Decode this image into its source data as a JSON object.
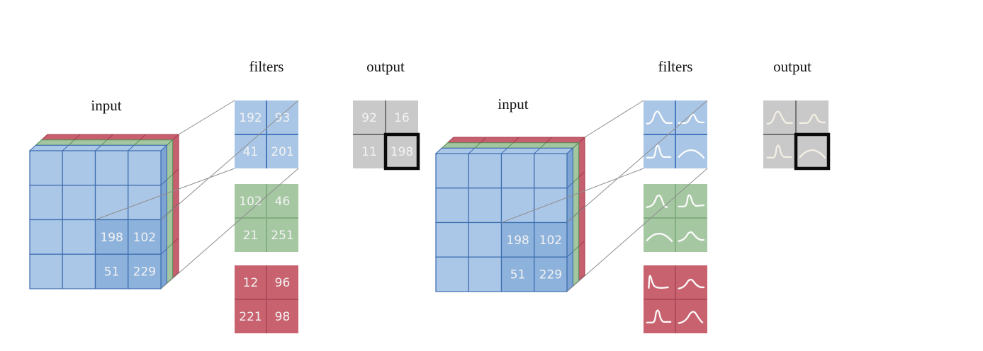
{
  "figure": {
    "description": "Two convolution diagrams: a 4x4x3 RGB input volume, three 2x2 per-channel filters, and a 2x2 output map. Left diagram uses numeric values; right diagram uses function curves.",
    "background": "#ffffff"
  },
  "colors": {
    "cube_face": "#abc7e8",
    "cube_face_highlight": "#8db2dc",
    "cube_border": "#3d6eb0",
    "cube_side": "#7da4d2",
    "green_face": "#a3c6a0",
    "green_border": "#5e905a",
    "red_face": "#c6606f",
    "red_border": "#a63a4c",
    "filter_blue_bg": "#a9c6e6",
    "filter_blue_line": "#4879bf",
    "filter_green_bg": "#a5c8a2",
    "filter_green_line": "#82ae80",
    "filter_red_bg": "#c9626f",
    "filter_red_line": "#ad4c5c",
    "output_bg": "#c9c9c9",
    "output_line": "#3c3c3c",
    "highlight_border": "#0a0a0a",
    "connector": "#8e8e8e",
    "cell_text": "#f2f2f2",
    "curve_stroke": "#fbfbfb",
    "output_curve_stroke": "#f3efe4"
  },
  "diagrams": [
    {
      "id": "numeric",
      "input_label": "input",
      "filters_label": "filters",
      "output_label": "output",
      "input_values": [
        [
          "198",
          "102"
        ],
        [
          "51",
          "229"
        ]
      ],
      "filters": [
        {
          "channel": "blue",
          "cells": [
            [
              "192",
              "93"
            ],
            [
              "41",
              "201"
            ]
          ]
        },
        {
          "channel": "green",
          "cells": [
            [
              "102",
              "46"
            ],
            [
              "21",
              "251"
            ]
          ]
        },
        {
          "channel": "red",
          "cells": [
            [
              "12",
              "96"
            ],
            [
              "221",
              "98"
            ]
          ]
        }
      ],
      "output": {
        "cells": [
          [
            "92",
            "16"
          ],
          [
            "11",
            "198"
          ]
        ],
        "highlighted_cell": "bottom-right"
      }
    },
    {
      "id": "functional",
      "input_label": "input",
      "filters_label": "filters",
      "output_label": "output",
      "input_values": [
        [
          "198",
          "102"
        ],
        [
          "51",
          "229"
        ]
      ],
      "filters": [
        {
          "channel": "blue",
          "curves": [
            [
              "wide-bump",
              "small-bump-right"
            ],
            [
              "narrow-peak",
              "broad-dome"
            ]
          ]
        },
        {
          "channel": "green",
          "curves": [
            [
              "skewed-bump",
              "sharp-peak"
            ],
            [
              "broad-dome",
              "medium-bump"
            ]
          ]
        },
        {
          "channel": "red",
          "curves": [
            [
              "left-spike-decay",
              "medium-bump"
            ],
            [
              "narrow-peak",
              "large-bump-right"
            ]
          ]
        }
      ],
      "output": {
        "curves": [
          [
            "wide-bump",
            "small-bump-right"
          ],
          [
            "narrow-peak",
            "broad-dome"
          ]
        ],
        "highlighted_cell": "bottom-right"
      }
    }
  ]
}
